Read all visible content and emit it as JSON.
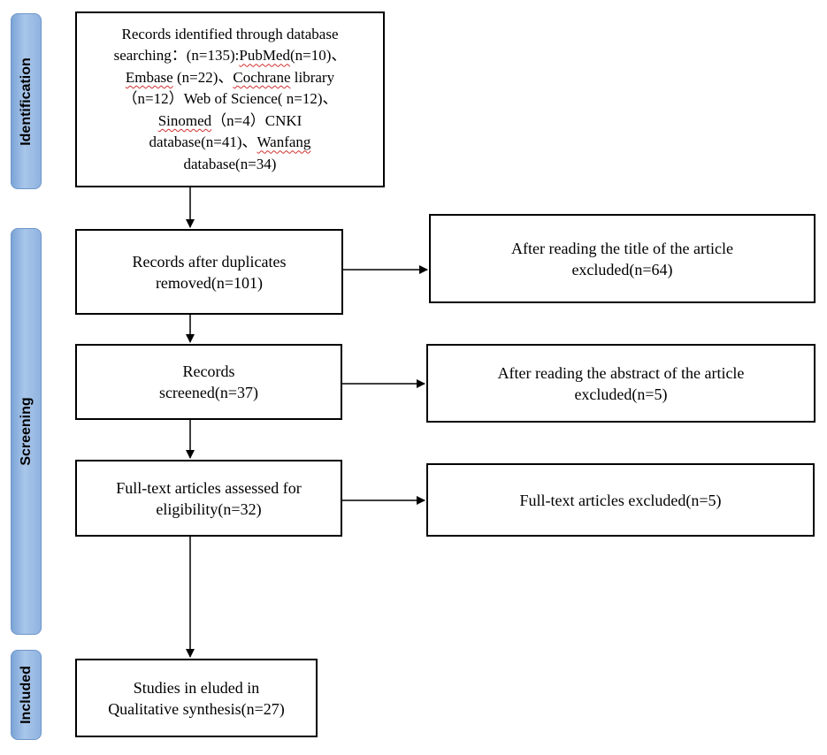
{
  "phases": {
    "identification": "Identification",
    "screening": "Screening",
    "included": "Included"
  },
  "boxes": {
    "identified": {
      "lines": [
        [
          "Records identified through database"
        ],
        [
          "searching：(n=135):",
          "PubMed",
          "(n=10)、"
        ],
        [
          "Embase",
          " (n=22)、",
          "Cochrane",
          " library"
        ],
        [
          "（n=12）Web of Science( n=12)、"
        ],
        [
          "Sinomed",
          "（n=4）CNKI"
        ],
        [
          "database(n=41)、",
          "Wanfang"
        ],
        [
          "database(n=34)"
        ]
      ]
    },
    "after_duplicates": {
      "lines": [
        "Records after duplicates",
        "removed(n=101)"
      ]
    },
    "title_excluded": {
      "lines": [
        "After reading the title of the article",
        "excluded(n=64)"
      ]
    },
    "screened": {
      "lines": [
        "Records",
        "screened(n=37)"
      ]
    },
    "abstract_excluded": {
      "lines": [
        "After reading the abstract of the article",
        "excluded(n=5)"
      ]
    },
    "fulltext_assessed": {
      "lines": [
        "Full-text articles assessed for",
        "eligibility(n=32)"
      ]
    },
    "fulltext_excluded": {
      "lines": [
        "Full-text articles excluded(n=5)"
      ]
    },
    "included_studies": {
      "lines": [
        "Studies in eluded in",
        "Qualitative synthesis(n=27)"
      ]
    }
  }
}
